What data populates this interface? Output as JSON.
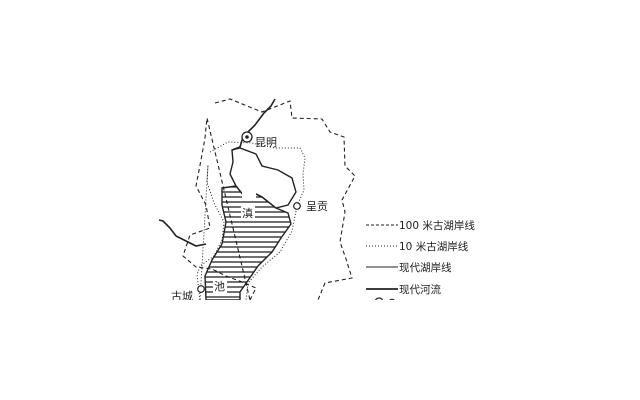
{
  "places": {
    "kunming": "昆明",
    "chenggong": "呈贡",
    "gucheng": "古城"
  },
  "lake_labels": {
    "char1": "滇",
    "char2": "池"
  },
  "legend": {
    "item_100m": "100 米古湖岸线",
    "item_10m": "10 米古湖岸线",
    "item_modern_shore": "现代湖岸线",
    "item_modern_river": "现代河流"
  },
  "colors": {
    "line": "#222222",
    "hatch": "#111111",
    "background": "#ffffff"
  }
}
